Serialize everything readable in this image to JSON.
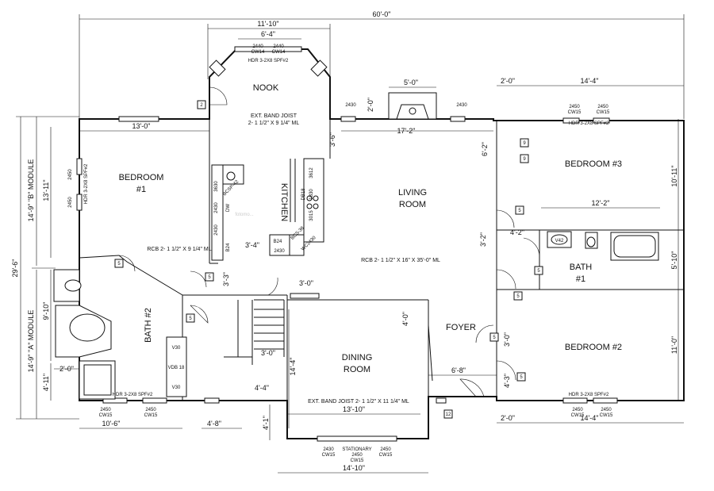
{
  "rooms": {
    "nook": "NOOK",
    "bedroom1": [
      "BEDROOM",
      "#1"
    ],
    "kitchen": "KITCHEN",
    "living": [
      "LIVING",
      "ROOM"
    ],
    "bedroom3": "BEDROOM #3",
    "bath1": [
      "BATH",
      "#1"
    ],
    "bath2": "BATH #2",
    "foyer": "FOYER",
    "dining": [
      "DINING",
      "ROOM"
    ],
    "bedroom2": "BEDROOM #2"
  },
  "dimensions": {
    "overall_width": "60'-0\"",
    "overall_depth": "29'-6\"",
    "b_module": "14'-9\"  \"B\" MODULE",
    "a_module": "14'-9\"  \"A\" MODULE",
    "nook_width": "11'-10\"",
    "nook_window": "6'-4\"",
    "fireplace": "5'-0\"",
    "fp_depth": "2'-0\"",
    "br3_offset": "2'-0\"",
    "br3_width": "14'-4\"",
    "br1_width": "13'-0\"",
    "living_width": "17'-2\"",
    "br1_depth": "13'-11\"",
    "br3_depth": "10'-11\"",
    "bath1_width": "12'-2\"",
    "bath1_depth": "5'-10\"",
    "br2_depth": "11'-0\"",
    "bath2_depth": "9'-10\"",
    "bath2_lower": "4'-11\"",
    "bath2_tub": "2'-0\"",
    "bath2_width": "10'-6\"",
    "entry_width": "4'-8\"",
    "dining_width_inner": "13'-10\"",
    "dining_width": "14'-10\"",
    "dining_depth": "14'-4\"",
    "bump_depth": "4'-1\"",
    "foyer_width": "6'-8\"",
    "br2_offset": "2'-0\"",
    "br2_width": "14'-4\"",
    "kit_3_4": "3'-4\"",
    "kit_3_6": "3'-6\"",
    "fp_side": "6'-2\"",
    "hall_3_2": "3'-2\"",
    "hall_4_2": "4'-2\"",
    "stair_3_3": "3'-3\"",
    "din_3_0": "3'-0\"",
    "din_4_0": "4'-0\"",
    "stair_3_0": "3'-0\"",
    "stair_4_4": "4'-4\"",
    "br2_3_0": "3'-0\"",
    "br2_4_3": "4'-3\""
  },
  "notes": {
    "nook_joist": [
      "EXT. BAND JOIST",
      "2- 1 1/2\" X 9 1/4\" ML"
    ],
    "living_rcb": "RCB 2- 1 1/2\" X 16\" X 35'-0\" ML",
    "br1_rcb": "RCB 2- 1 1/2\" X 9 1/4\" ML",
    "dining_joist": "EXT. BAND JOIST 2- 1 1/2\" X 11 1/4\" ML",
    "hdr_nook": "HDR 3-2X8 SPF#2",
    "hdr_br3": "HDR 3-2X8 SPF#2",
    "hdr_br1": "HDR 3-2X8 SPF#2",
    "hdr_bath2": "HDR 3-2X8 SPF#2",
    "hdr_br2": "HDR 3-2X8 SPF#2"
  },
  "windows": {
    "w2440": "2440",
    "cw14": "CW14",
    "w2450": "2450",
    "cw15": "CW15",
    "w2430": "2430",
    "stationary": "STATIONARY"
  },
  "tags": {
    "t2": "2",
    "t5": "5",
    "t9": "9",
    "t12": "12",
    "v42": "V42",
    "v30": "V30",
    "vdb18": "VDB 18"
  },
  "cabinets": {
    "c3630": "3630",
    "c2430": "2430",
    "b24": "B24",
    "c3612": "3612",
    "db18": "DB18",
    "c1830": "1830",
    "c3015": "3015",
    "bcs36": "BCS-36",
    "wc2430": "WC2430",
    "dw": "DW",
    "bcsp42": "BCSP-42"
  },
  "watermark": "fotomo..."
}
